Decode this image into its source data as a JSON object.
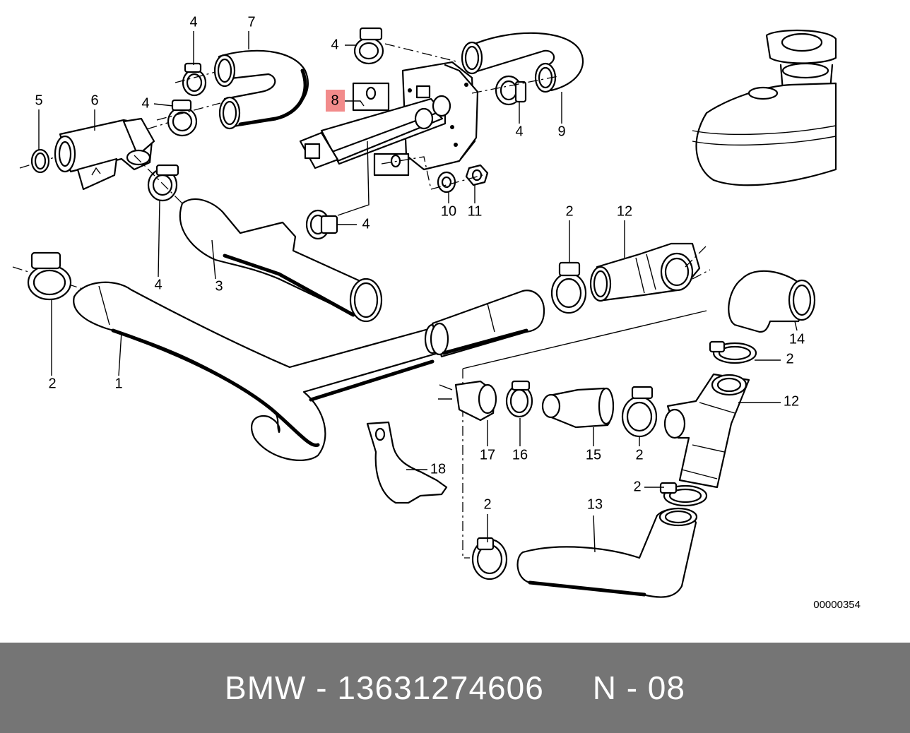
{
  "diagram": {
    "ref_number": "00000354",
    "highlight_color": "#f28b8b",
    "callouts": {
      "c1": "1",
      "c2a": "2",
      "c2b": "2",
      "c2c": "2",
      "c2d": "2",
      "c2e": "2",
      "c2f": "2",
      "c3": "3",
      "c4a": "4",
      "c4b": "4",
      "c4c": "4",
      "c4d": "4",
      "c4e": "4",
      "c4f": "4",
      "c5": "5",
      "c6": "6",
      "c7": "7",
      "c8": "8",
      "c9": "9",
      "c10": "10",
      "c11": "11",
      "c12a": "12",
      "c12b": "12",
      "c13": "13",
      "c14": "14",
      "c15": "15",
      "c16": "16",
      "c17": "17",
      "c18": "18"
    }
  },
  "footer": {
    "brand": "BMW",
    "part_number": "13631274606",
    "position": "N - 08",
    "background_color": "#757575"
  }
}
